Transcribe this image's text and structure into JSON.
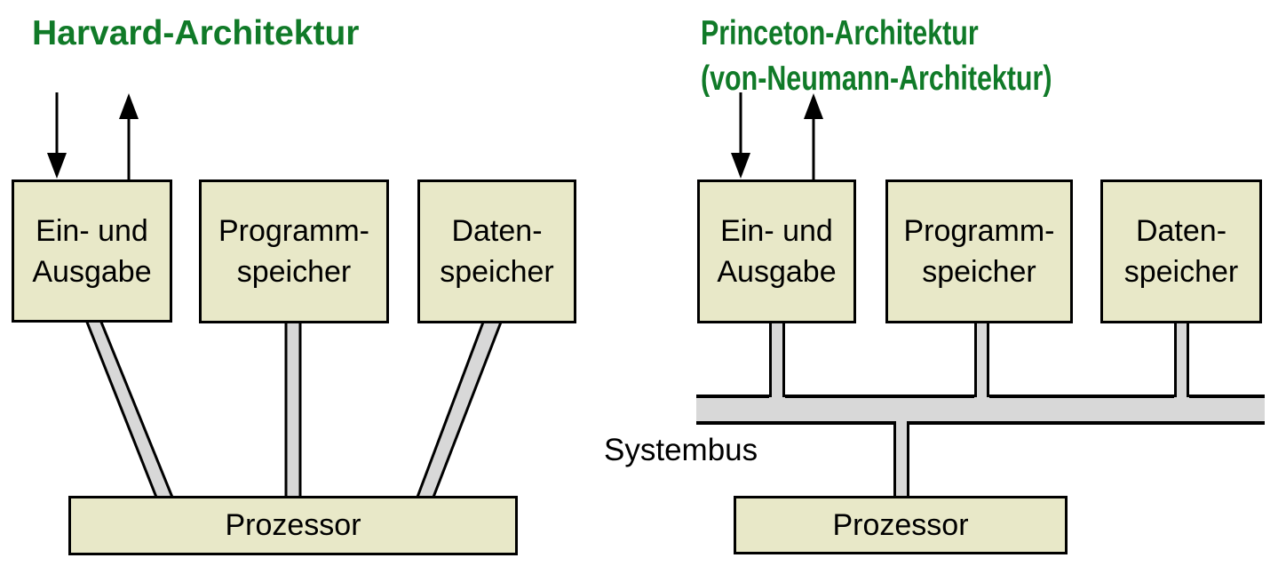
{
  "diagram": {
    "kind": "computer-architecture comparison diagram",
    "colors": {
      "title_green": "#107a28",
      "box_fill": "#e8e8c8",
      "connector_gray": "#d8d8d8",
      "outline_black": "#000000",
      "background": "#ffffff"
    },
    "left": {
      "title": "Harvard-Architektur",
      "boxes": [
        {
          "line1": "Ein- und",
          "line2": "Ausgabe"
        },
        {
          "line1": "Programm-",
          "line2": "speicher"
        },
        {
          "line1": "Daten-",
          "line2": "speicher"
        }
      ],
      "processor": "Prozessor"
    },
    "right": {
      "title_line1": "Princeton-Architektur",
      "title_line2": "(von-Neumann-Architektur)",
      "boxes": [
        {
          "line1": "Ein- und",
          "line2": "Ausgabe"
        },
        {
          "line1": "Programm-",
          "line2": "speicher"
        },
        {
          "line1": "Daten-",
          "line2": "speicher"
        }
      ],
      "bus_label": "Systembus",
      "processor": "Prozessor"
    }
  }
}
